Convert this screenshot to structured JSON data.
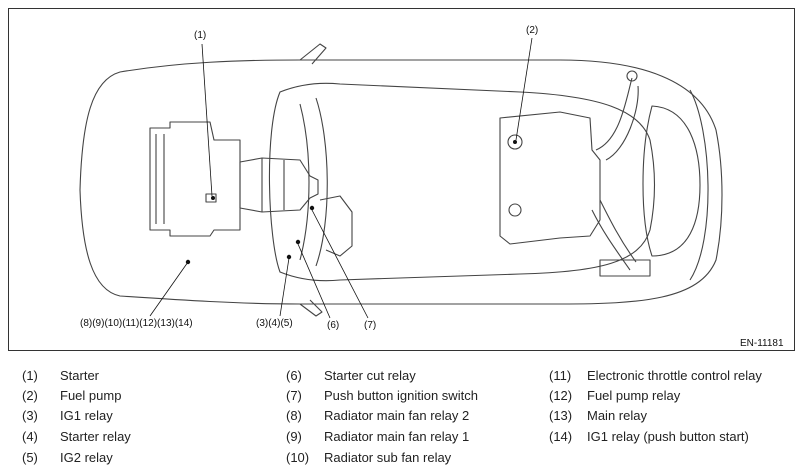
{
  "figure": {
    "id_label": "EN-11181",
    "callouts": {
      "c1": "(1)",
      "c2": "(2)",
      "c3": "(8)(9)(10)(11)(12)(13)(14)",
      "c4": "(3)(4)(5)",
      "c5": "(6)",
      "c6": "(7)"
    }
  },
  "legend": [
    {
      "num": "(1)",
      "text": "Starter"
    },
    {
      "num": "(2)",
      "text": "Fuel pump"
    },
    {
      "num": "(3)",
      "text": "IG1 relay"
    },
    {
      "num": "(4)",
      "text": "Starter relay"
    },
    {
      "num": "(5)",
      "text": "IG2 relay"
    },
    {
      "num": "(6)",
      "text": "Starter cut relay"
    },
    {
      "num": "(7)",
      "text": "Push button ignition switch"
    },
    {
      "num": "(8)",
      "text": "Radiator main fan relay 2"
    },
    {
      "num": "(9)",
      "text": "Radiator main fan relay 1"
    },
    {
      "num": "(10)",
      "text": "Radiator sub fan relay"
    },
    {
      "num": "(11)",
      "text": "Electronic throttle control relay"
    },
    {
      "num": "(12)",
      "text": "Fuel pump relay"
    },
    {
      "num": "(13)",
      "text": "Main relay"
    },
    {
      "num": "(14)",
      "text": "IG1 relay (push button start)"
    }
  ]
}
